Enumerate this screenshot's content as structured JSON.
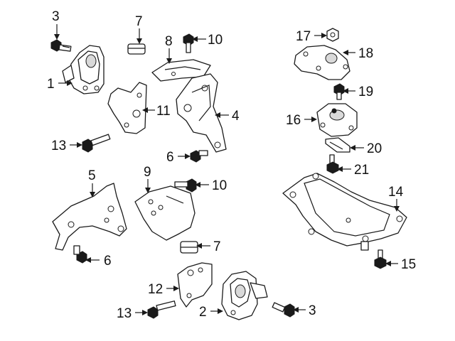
{
  "callouts": {
    "c1": "1",
    "c2": "2",
    "c3a": "3",
    "c3b": "3",
    "c4": "4",
    "c5": "5",
    "c6a": "6",
    "c6b": "6",
    "c7a": "7",
    "c7b": "7",
    "c8": "8",
    "c9": "9",
    "c10a": "10",
    "c10b": "10",
    "c11": "11",
    "c12": "12",
    "c13a": "13",
    "c13b": "13",
    "c14": "14",
    "c15": "15",
    "c16": "16",
    "c17": "17",
    "c18": "18",
    "c19": "19",
    "c20": "20",
    "c21": "21"
  }
}
